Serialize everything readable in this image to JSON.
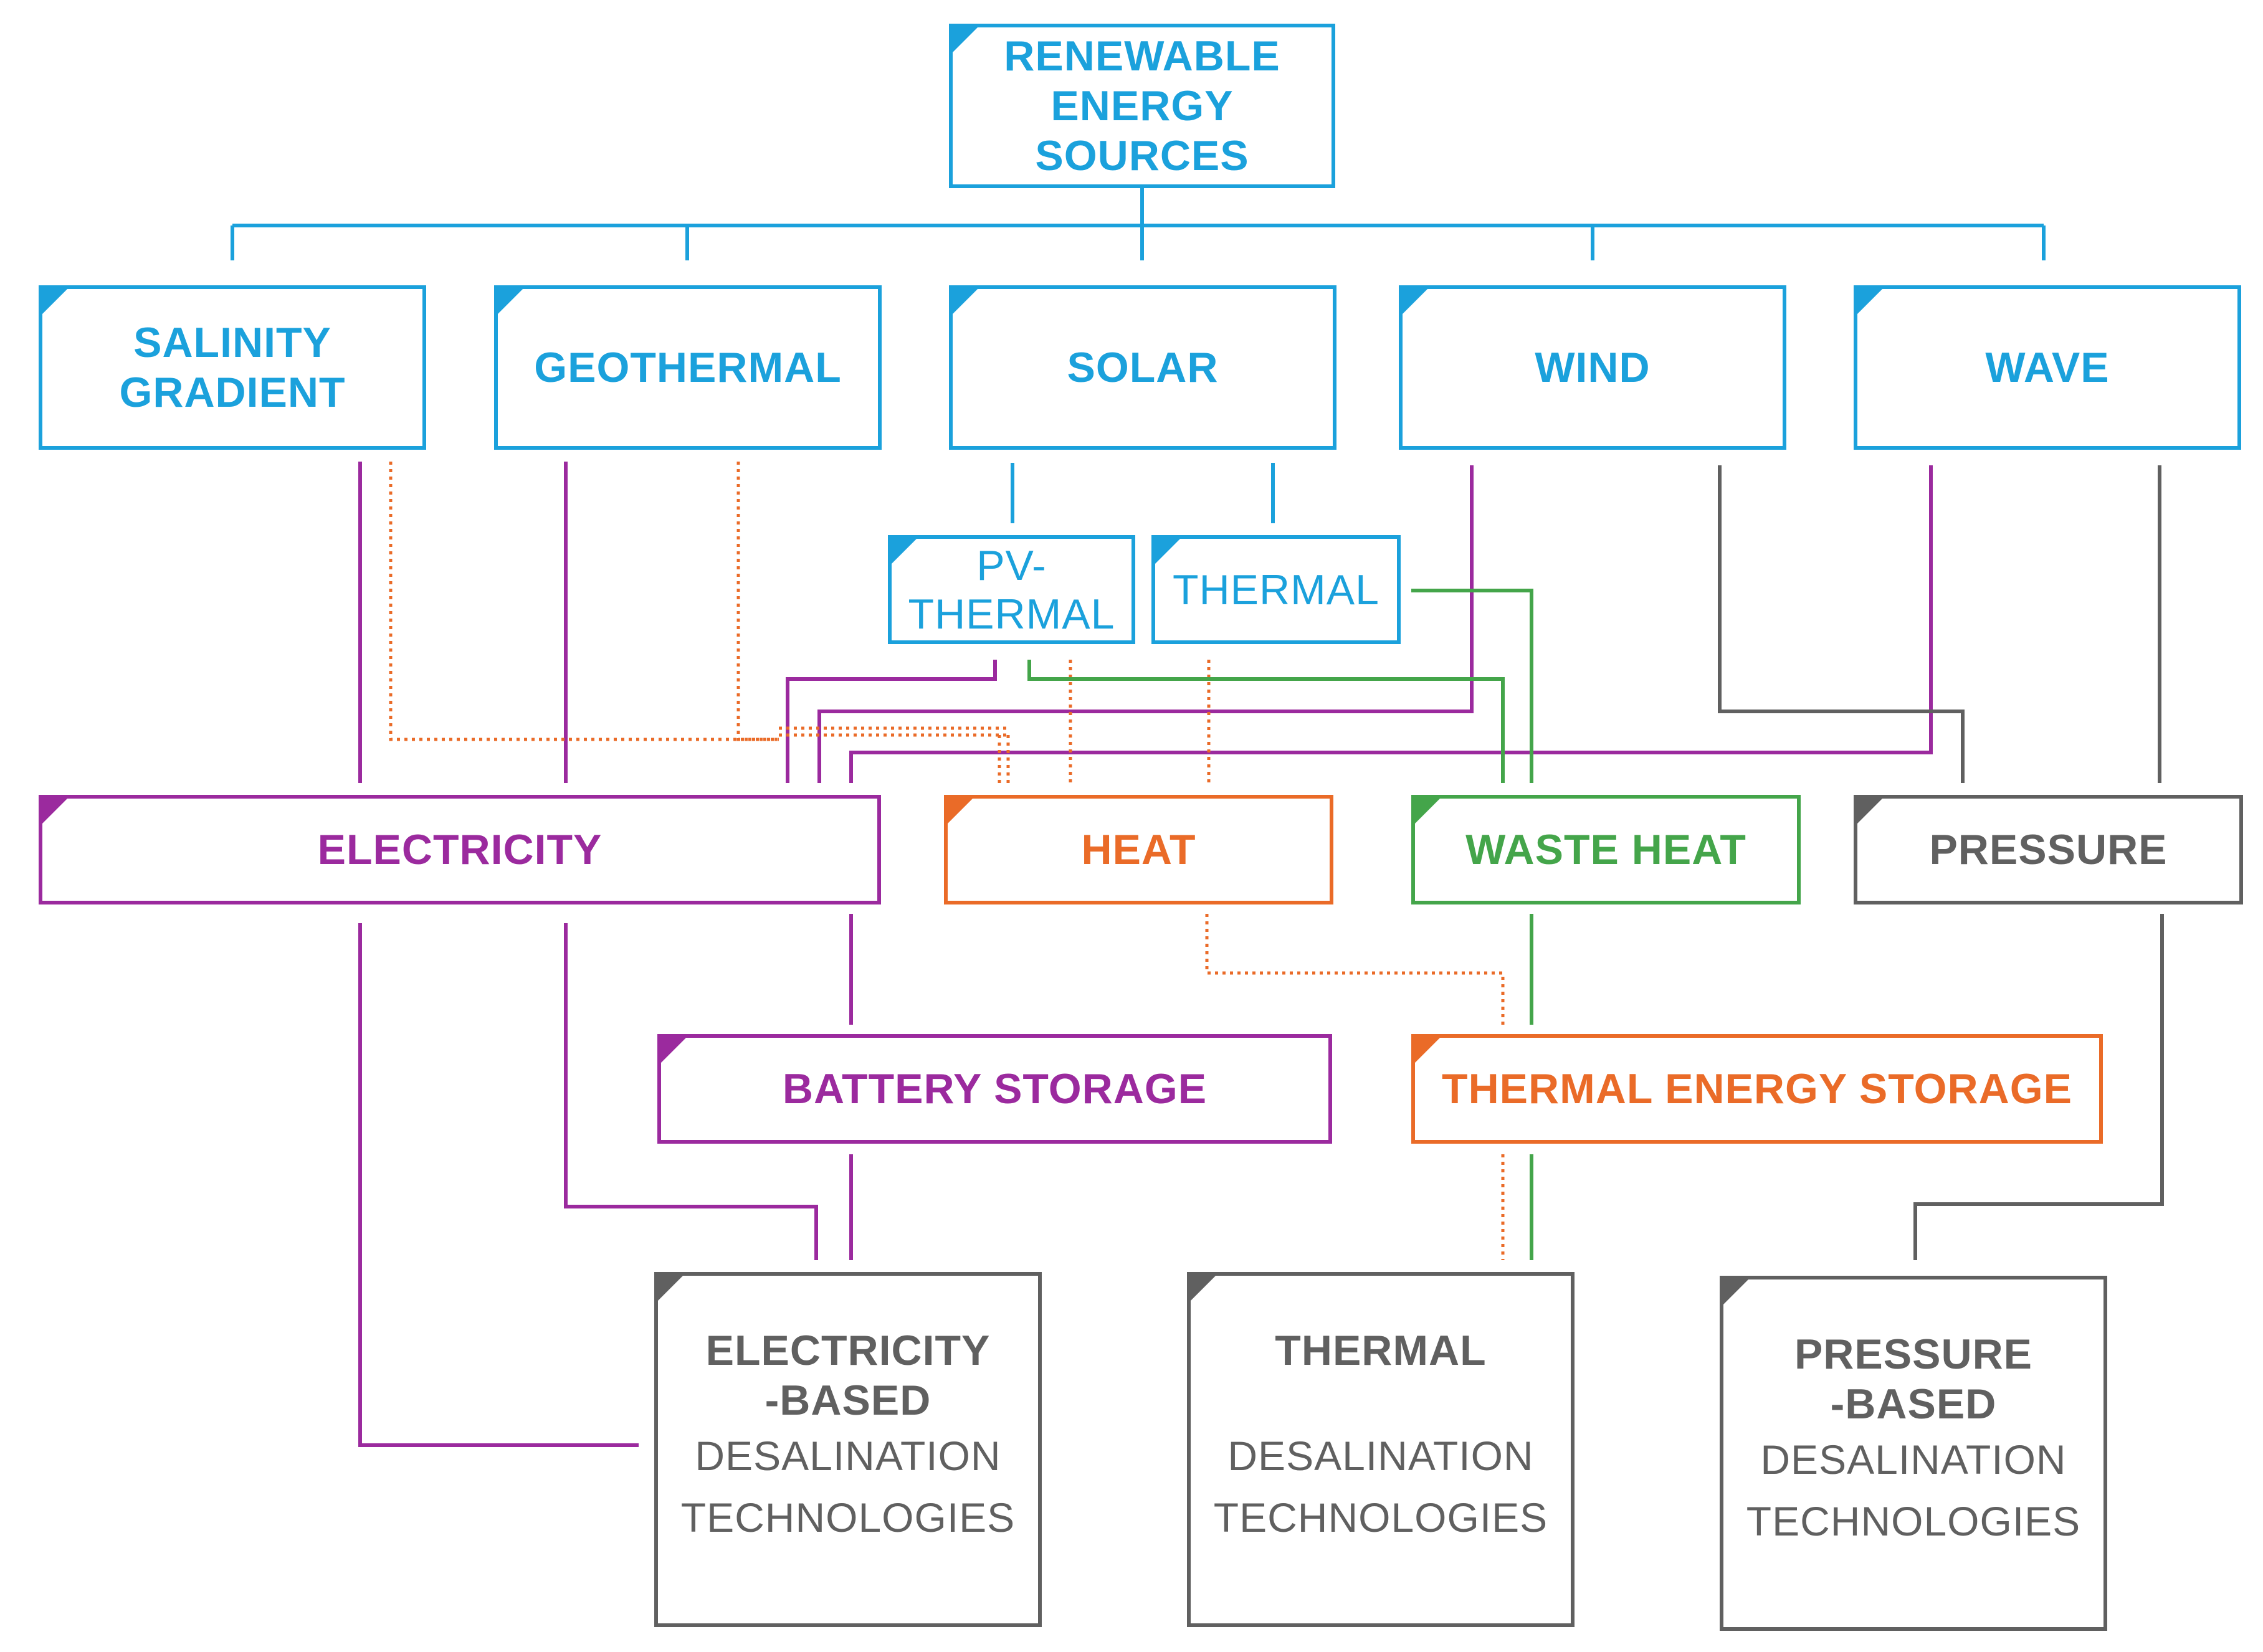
{
  "colors": {
    "blue": "#1ba1dc",
    "purple": "#9b2a9e",
    "orange": "#ea6b28",
    "green": "#44a54a",
    "gray": "#606060"
  },
  "nodes": {
    "root": {
      "line1": "RENEWABLE",
      "line2": "ENERGY SOURCES"
    },
    "salinity": "SALINITY GRADIENT",
    "geothermal": "GEOTHERMAL",
    "solar": "SOLAR",
    "wind": "WIND",
    "wave": "WAVE",
    "pv_thermal": "PV-THERMAL",
    "thermal_solar": "THERMAL",
    "electricity": "ELECTRICITY",
    "heat": "HEAT",
    "waste_heat": "WASTE HEAT",
    "pressure": "PRESSURE",
    "battery": "BATTERY STORAGE",
    "tes": "THERMAL ENERGY STORAGE",
    "elec_tech": {
      "line1": "ELECTRICITY",
      "line2": "-BASED",
      "line3": "DESALINATION",
      "line4": "TECHNOLOGIES"
    },
    "thermal_tech": {
      "line1": "THERMAL",
      "line3": "DESALINATION",
      "line4": "TECHNOLOGIES"
    },
    "pressure_tech": {
      "line1": "PRESSURE",
      "line2": "-BASED",
      "line3": "DESALINATION",
      "line4": "TECHNOLOGIES"
    }
  }
}
